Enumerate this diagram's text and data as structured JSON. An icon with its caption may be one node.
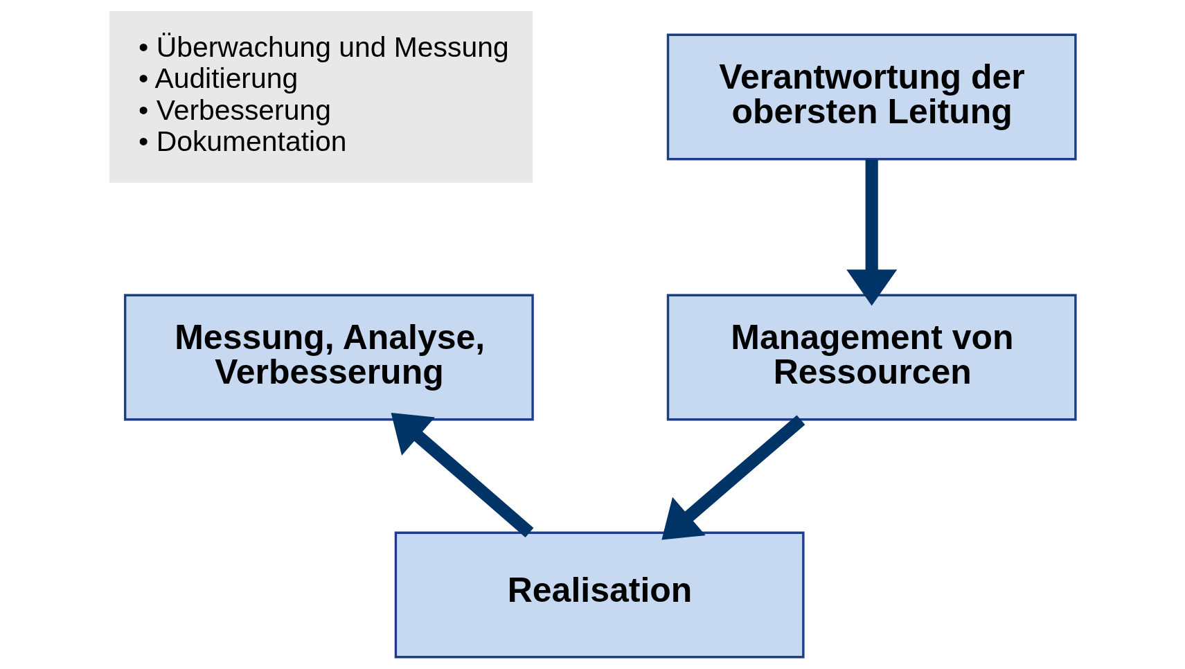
{
  "diagram": {
    "nodes": [
      {
        "text": [
          "Verantwortung der obersten Leitung"
        ]
      },
      {
        "text": [
          "Management von Ressourcen"
        ]
      },
      {
        "text": [
          "Realisation"
        ]
      },
      {
        "text": [
          "Messung, Analyse, Verbesserung"
        ]
      },
      {
        "text": [
          "• Überwachung und Messung",
          "• Auditierung",
          "• Verbesserung",
          "• Dokumentation"
        ]
      }
    ],
    "edges": [
      {
        "from": 0,
        "to": 1,
        "arrow": "to"
      },
      {
        "from": 1,
        "to": 2,
        "arrow": "to"
      },
      {
        "from": 2,
        "to": 3,
        "arrow": "to"
      }
    ]
  }
}
